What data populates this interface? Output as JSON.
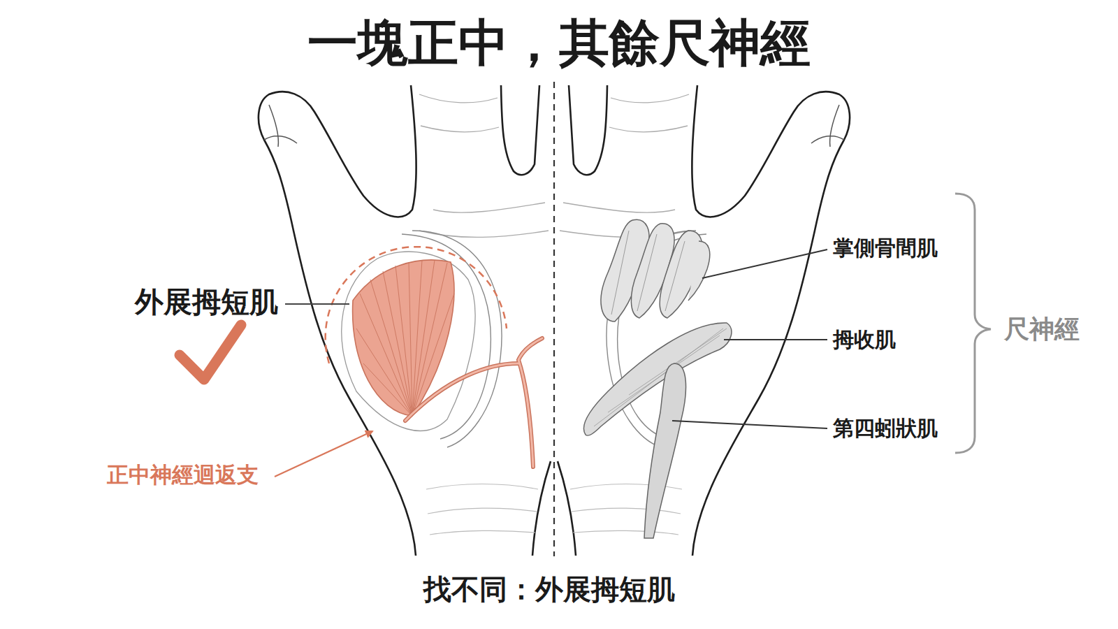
{
  "diagram": {
    "title": "一塊正中，其餘尺神經",
    "caption": "找不同：外展拇短肌",
    "labels": [
      "外展拇短肌",
      "正中神經迴返支",
      "掌側骨間肌",
      "拇收肌",
      "第四蚓狀肌",
      "尺神經"
    ]
  }
}
